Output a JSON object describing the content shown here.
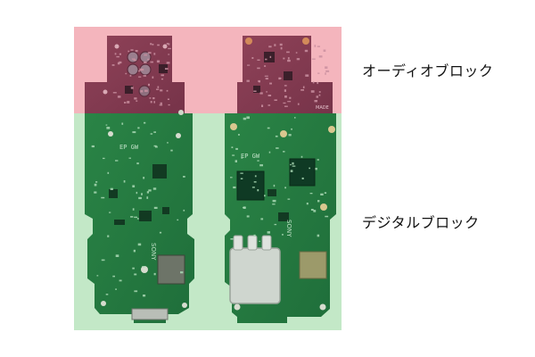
{
  "labels": {
    "audio_block": "オーディオブロック",
    "digital_block": "デジタルブロック"
  },
  "board_markings": {
    "left_top_silk": "EP GW",
    "left_brand": "SONY",
    "right_top_silk": "EP GW",
    "right_brand": "SONY",
    "right_corner_text": "MADE"
  },
  "colors": {
    "audio_region": "#f4b5bd",
    "digital_region": "#c3e8c7",
    "pcb_green": "#2f8b4b",
    "pcb_under_red": "#8a3e53"
  }
}
